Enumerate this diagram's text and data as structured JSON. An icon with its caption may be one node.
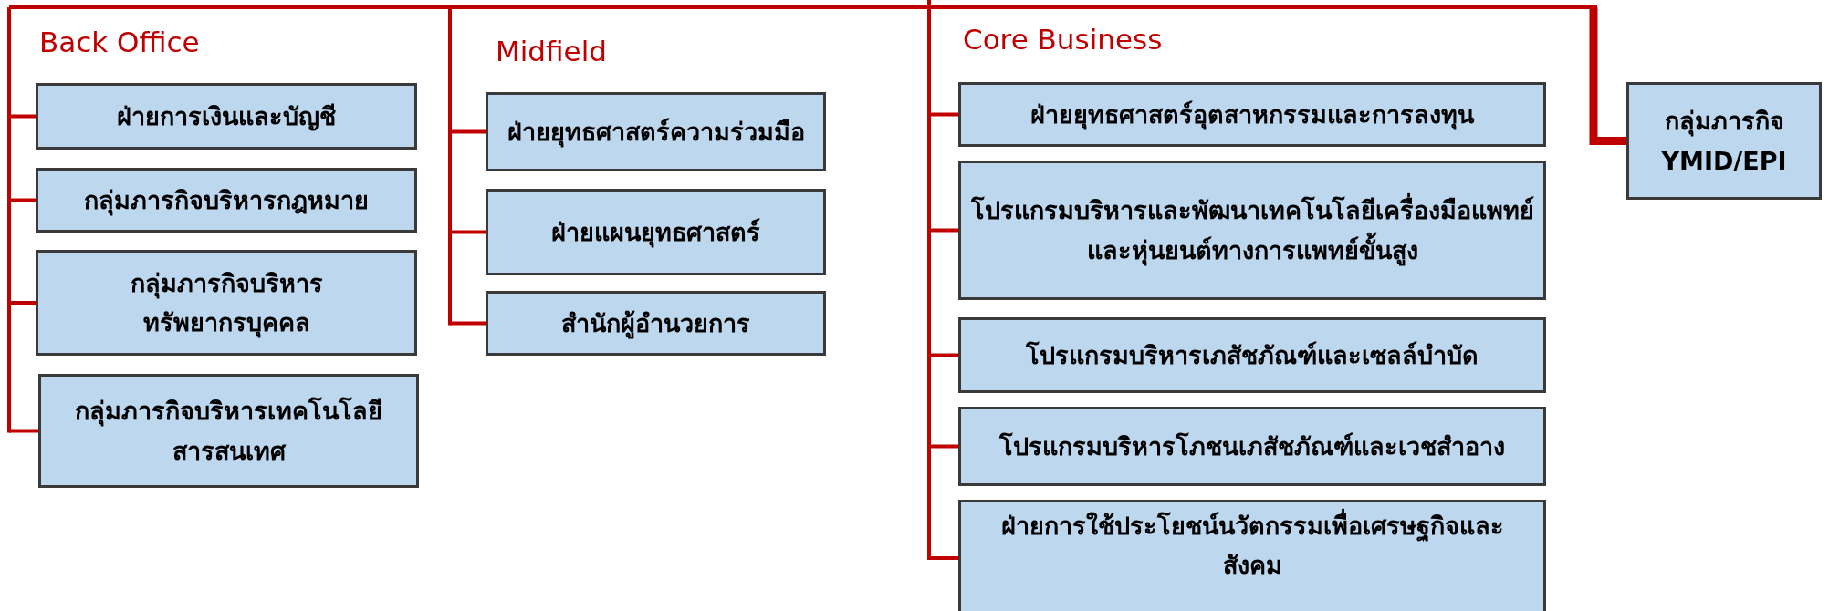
{
  "diagram": {
    "nodes": [
      {
        "text": [
          "ฝ่ายการเงินและบัญชี"
        ]
      },
      {
        "text": [
          "กลุ่มภารกิจบริหารกฎหมาย"
        ]
      },
      {
        "text": [
          "กลุ่มภารกิจบริหาร ทรัพยากรบุคคล"
        ]
      },
      {
        "text": [
          "กลุ่มภารกิจบริหารเทคโนโลยี สารสนเทศ"
        ]
      },
      {
        "text": [
          "ฝ่ายยุทธศาสตร์ความร่วมมือ"
        ]
      },
      {
        "text": [
          "ฝ่ายแผนยุทธศาสตร์"
        ]
      },
      {
        "text": [
          "สำนักผู้อำนวยการ"
        ]
      },
      {
        "text": [
          "ฝ่ายยุทธศาสตร์อุตสาหกรรมและการลงทุน"
        ]
      },
      {
        "text": [
          "โปรแกรมบริหารและพัฒนาเทคโนโลยีเครื่องมือแพทย์ และหุ่นยนต์ทางการแพทย์ขั้นสูง"
        ]
      },
      {
        "text": [
          "โปรแกรมบริหารเภสัชภัณฑ์และเซลล์บำบัด"
        ]
      },
      {
        "text": [
          "โปรแกรมบริหารโภชนเภสัชภัณฑ์และเวชสำอาง"
        ]
      },
      {
        "text": [
          "ฝ่ายการใช้ประโยชน์นวัตกรรมเพื่อเศรษฐกิจและ สังคม"
        ]
      },
      {
        "text": [
          "กลุ่มภารกิจ YMID/EPI"
        ]
      }
    ],
    "edges": [
      {
        "from": null,
        "to": 0,
        "arrow": "none"
      },
      {
        "from": null,
        "to": 1,
        "arrow": "none"
      },
      {
        "from": null,
        "to": 2,
        "arrow": "none"
      },
      {
        "from": null,
        "to": 3,
        "arrow": "none"
      },
      {
        "from": null,
        "to": 4,
        "arrow": "none"
      },
      {
        "from": null,
        "to": 5,
        "arrow": "none"
      },
      {
        "from": null,
        "to": 6,
        "arrow": "none"
      },
      {
        "from": null,
        "to": 7,
        "arrow": "none"
      },
      {
        "from": null,
        "to": 8,
        "arrow": "none"
      },
      {
        "from": null,
        "to": 9,
        "arrow": "none"
      },
      {
        "from": null,
        "to": 10,
        "arrow": "none"
      },
      {
        "from": null,
        "to": 11,
        "arrow": "none"
      },
      {
        "from": null,
        "to": 12,
        "arrow": "none",
        "style": "thick"
      }
    ],
    "labels": [
      "Back Office",
      "Midfield",
      "Core Business"
    ]
  }
}
